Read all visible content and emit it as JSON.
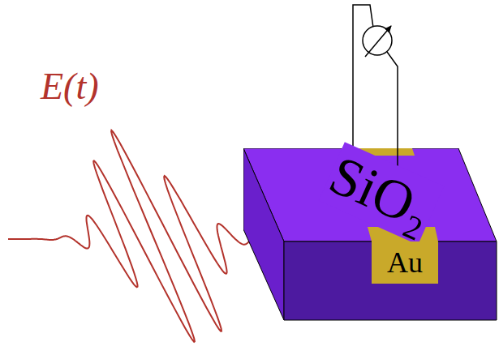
{
  "diagram": {
    "nodes": [
      {
        "text": [
          "SiO₂"
        ]
      },
      {
        "text": [
          "Au"
        ],
        "in": 0
      }
    ],
    "labels": [
      "E(t)"
    ]
  }
}
